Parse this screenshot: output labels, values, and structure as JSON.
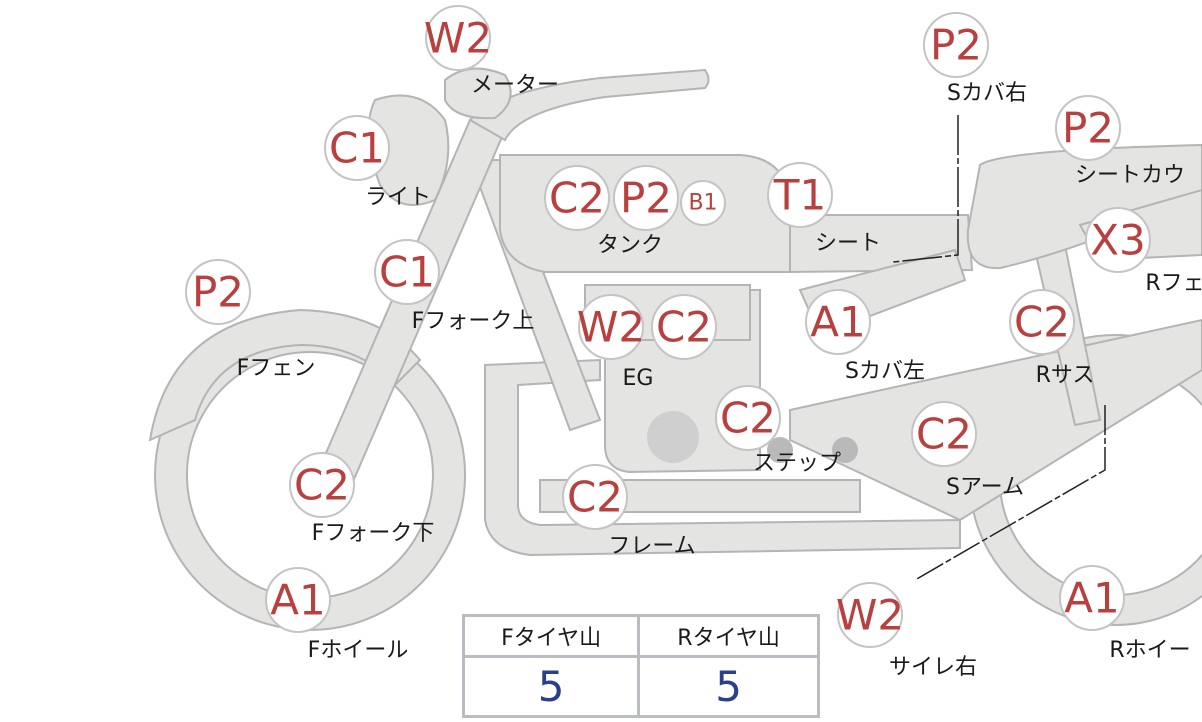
{
  "colors": {
    "badge_text": "#b8403e",
    "value_text": "#2b3f8f",
    "part_fill": "#e4e4e2"
  },
  "badges": [
    {
      "code": "W2",
      "label": "メーター"
    },
    {
      "code": "C1",
      "label": "ライト"
    },
    {
      "code": "C2",
      "label": "タンク"
    },
    {
      "code": "P2",
      "label": ""
    },
    {
      "code": "B1",
      "label": ""
    },
    {
      "code": "T1",
      "label": "シート"
    },
    {
      "code": "C1",
      "label": "Fフォーク上"
    },
    {
      "code": "P2",
      "label": "Fフェン"
    },
    {
      "code": "W2",
      "label": "EG"
    },
    {
      "code": "C2",
      "label": ""
    },
    {
      "code": "A1",
      "label": "Sカバ左"
    },
    {
      "code": "C2",
      "label": "ステップ"
    },
    {
      "code": "C2",
      "label": "Fフォーク下"
    },
    {
      "code": "C2",
      "label": "フレーム"
    },
    {
      "code": "C2",
      "label": "Sアーム"
    },
    {
      "code": "A1",
      "label": "Fホイール"
    },
    {
      "code": "W2",
      "label": "サイレ右"
    },
    {
      "code": "A1",
      "label": "Rホイー"
    },
    {
      "code": "P2",
      "label": "Sカバ右"
    },
    {
      "code": "P2",
      "label": "シートカウ"
    },
    {
      "code": "X3",
      "label": "Rフェ"
    },
    {
      "code": "C2",
      "label": "Rサス"
    }
  ],
  "tire_table": {
    "headers": [
      "Fタイヤ山",
      "Rタイヤ山"
    ],
    "values": [
      "5",
      "5"
    ]
  }
}
